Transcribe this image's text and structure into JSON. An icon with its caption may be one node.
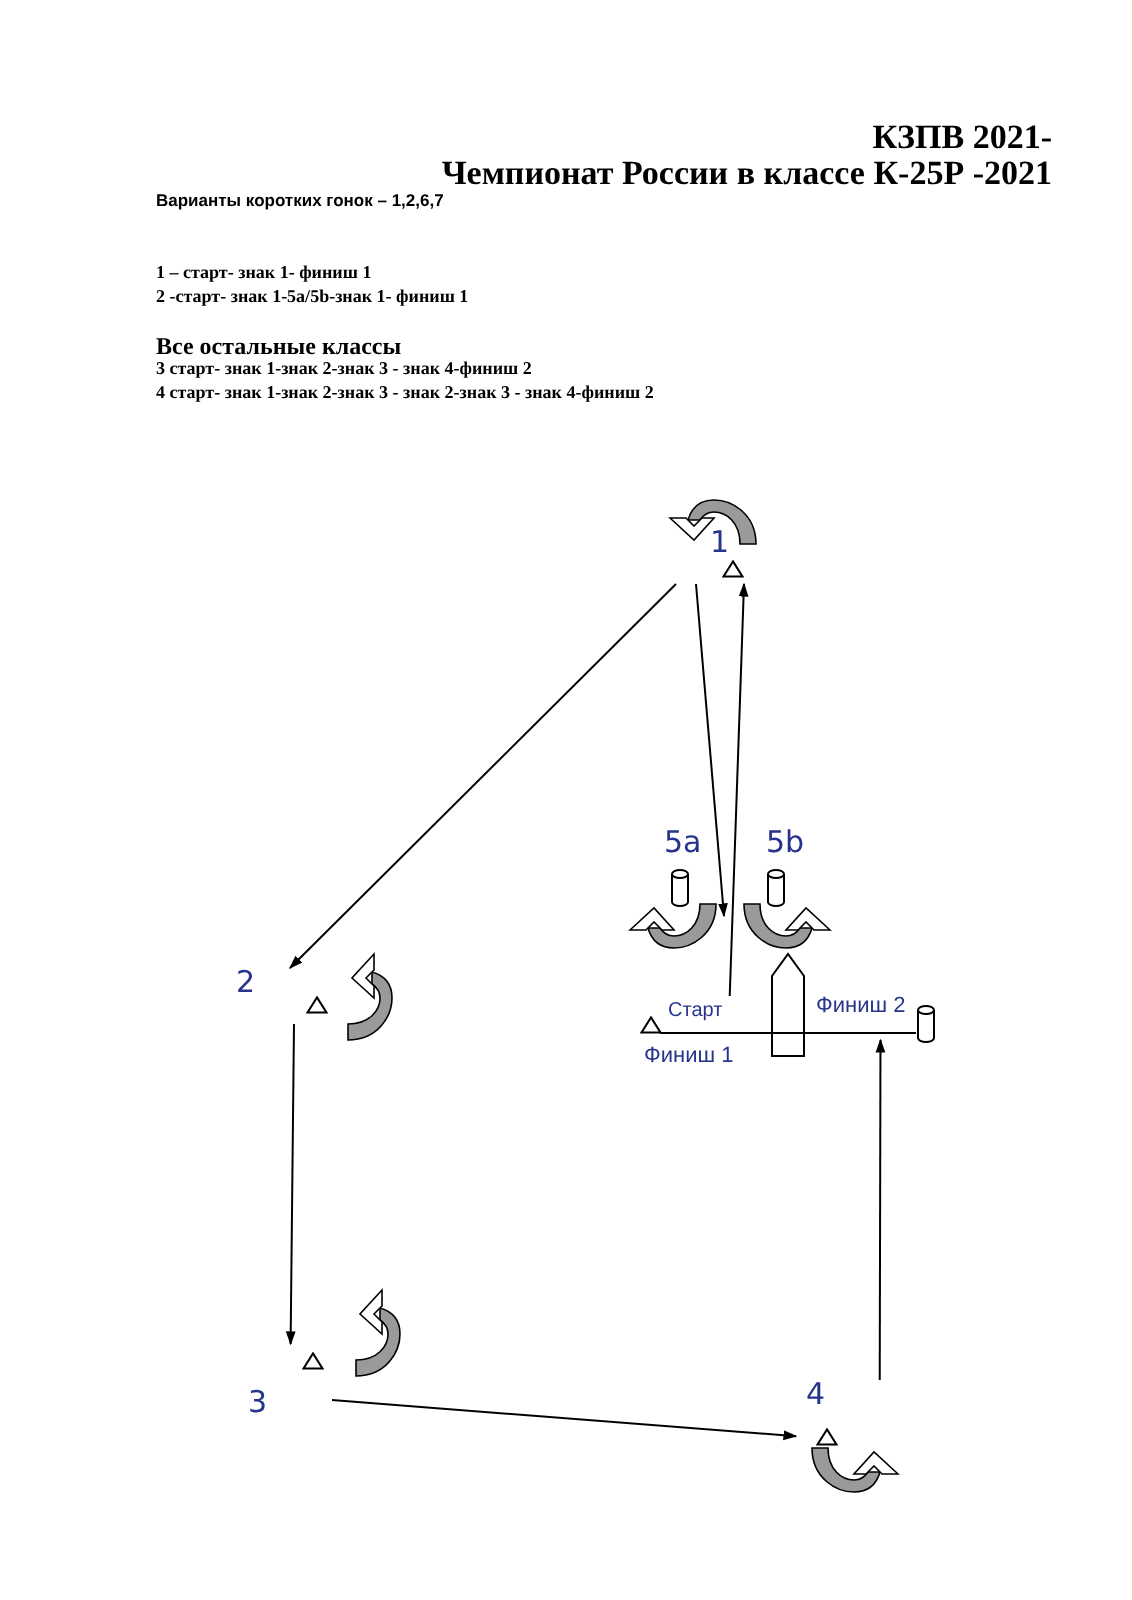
{
  "diagram": {
    "title": "КЗПВ 2021-",
    "nodes": [
      {
        "text": [
          "1"
        ]
      },
      {
        "text": [
          "2"
        ]
      },
      {
        "text": [
          "3"
        ]
      },
      {
        "text": [
          "4"
        ]
      },
      {
        "text": [
          "5a"
        ]
      },
      {
        "text": [
          "5b"
        ]
      },
      {
        "text": [
          "Старт",
          "Финиш 1"
        ]
      },
      {
        "text": [
          "Финиш 2"
        ]
      },
      {
        "text": [],
        "shape": "bar"
      }
    ],
    "edges": [
      {
        "from": 6,
        "to": 0,
        "arrow": "to"
      },
      {
        "from": 0,
        "to": 4,
        "arrow": "to"
      },
      {
        "from": 0,
        "to": 1,
        "arrow": "to"
      },
      {
        "from": 1,
        "to": 2,
        "arrow": "to"
      },
      {
        "from": 2,
        "to": 3,
        "arrow": "to"
      },
      {
        "from": 3,
        "to": 7,
        "arrow": "to"
      }
    ],
    "labels": [
      "Чемпионат России в классе К-25Р -2021",
      "Варианты коротких гонок – 1,2,6,7",
      "1 – старт- знак 1- финиш 1",
      "2 -старт- знак 1-5a/5b-знак 1- финиш 1",
      "Все остальные классы",
      "3 старт- знак 1-знак 2-знак 3 - знак 4-финиш 2",
      "4 старт- знак 1-знак 2-знак 3 - знак 2-знак 3 - знак 4-финиш 2"
    ]
  }
}
